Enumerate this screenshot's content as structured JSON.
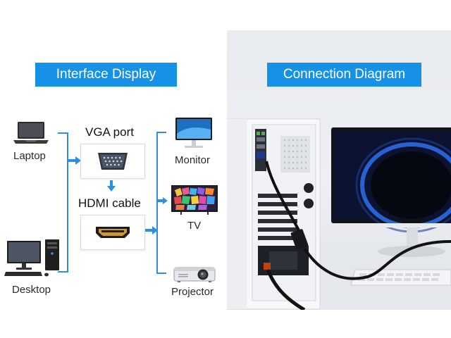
{
  "left_panel": {
    "title": "Interface Display",
    "sources": [
      {
        "label": "Laptop",
        "icon": "laptop-icon"
      },
      {
        "label": "Desktop",
        "icon": "desktop-computer-icon"
      }
    ],
    "adapter": {
      "vga_label": "VGA port",
      "hdmi_label": "HDMI cable",
      "vga_icon": "vga-port-icon",
      "hdmi_icon": "hdmi-port-icon"
    },
    "outputs": [
      {
        "label": "Monitor",
        "icon": "monitor-icon"
      },
      {
        "label": "TV",
        "icon": "tv-icon"
      },
      {
        "label": "Projector",
        "icon": "projector-icon"
      }
    ]
  },
  "right_panel": {
    "title": "Connection Diagram"
  },
  "colors": {
    "accent": "#1592e8",
    "connector_line": "#2e8ee0",
    "text": "#2a2a2a"
  }
}
